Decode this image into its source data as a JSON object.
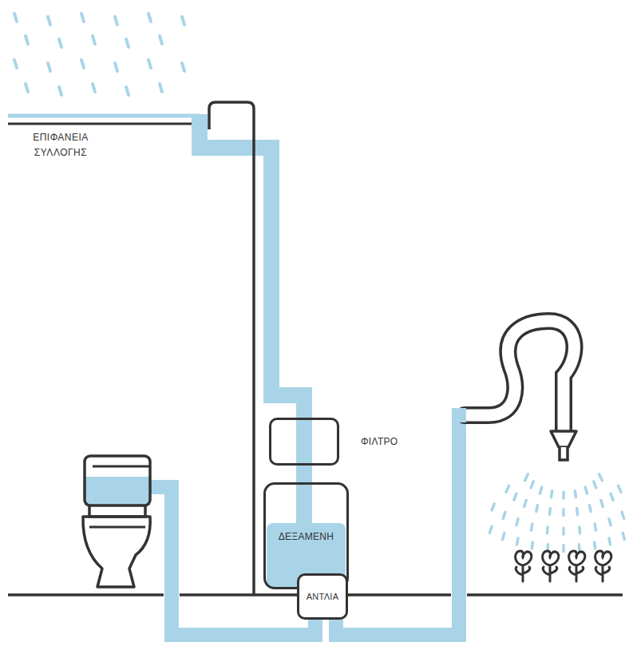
{
  "diagram": {
    "nodes": [
      {
        "text": [
          "ΦΙΛΤΡΟ"
        ]
      },
      {
        "text": [
          "ΔΕΞΑΜΕΝΗ"
        ]
      },
      {
        "text": [
          "ΑΝΤΛΙΑ"
        ]
      }
    ],
    "edges": [
      {
        "from": 0,
        "to": 1,
        "arrow": "none"
      }
    ],
    "labels": [
      "ΕΠΙΦΑΝΕΙΑ ΣΥΛΛΟΓΗΣ"
    ]
  }
}
